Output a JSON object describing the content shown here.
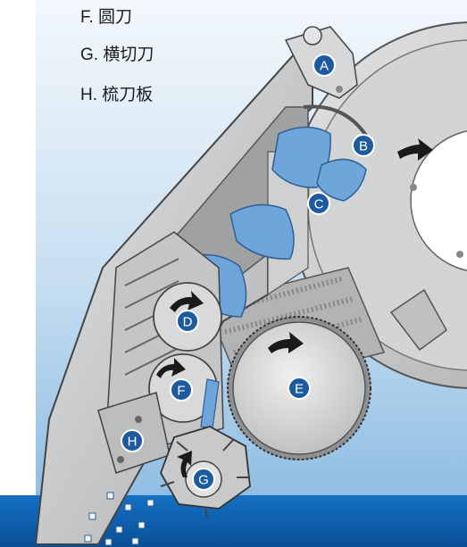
{
  "legend": {
    "items": [
      "F. 圆刀",
      "G. 横切刀",
      "H. 梳刀板"
    ]
  },
  "callouts": {
    "A": "A",
    "B": "B",
    "C": "C",
    "D": "D",
    "E": "E",
    "F": "F",
    "G": "G",
    "H": "H"
  },
  "colors": {
    "background_light": "#eef5fb",
    "background_blue": "#9ec6e6",
    "bottom_band": "#0d5dab",
    "machine_gray": "#c9cacb",
    "product_blue": "#7fb0e0",
    "badge_fill": "#1e5a9e"
  },
  "icons": {
    "rotation_arrow": "curved-arrow-icon"
  }
}
